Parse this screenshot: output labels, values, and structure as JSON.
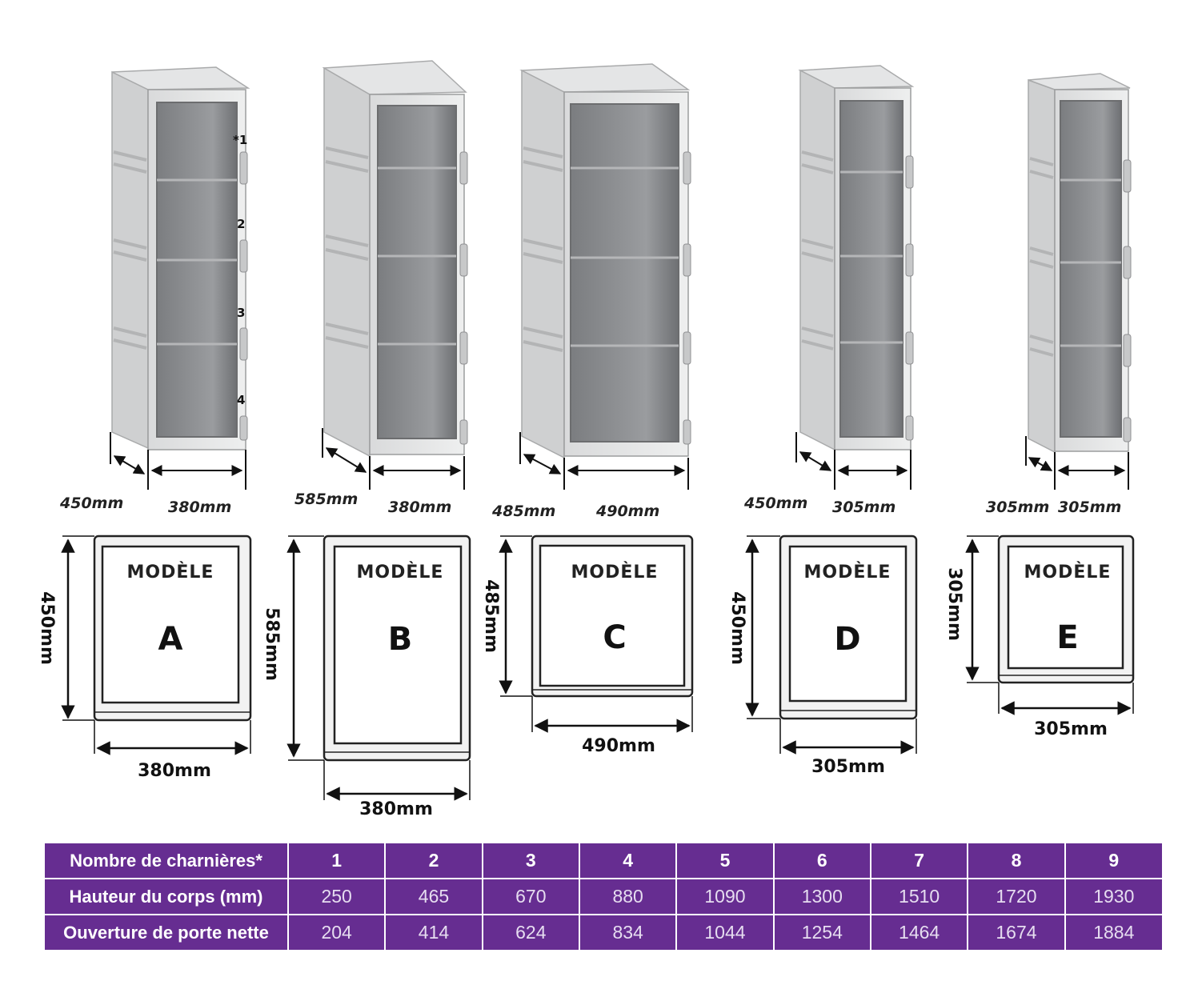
{
  "hinge_markers": [
    "*1",
    "2",
    "3",
    "4"
  ],
  "lockers": [
    {
      "model_label": "MODÈLE",
      "model_letter": "A",
      "depth": "450mm",
      "width": "380mm",
      "front_height": "450mm",
      "front_width": "380mm"
    },
    {
      "model_label": "MODÈLE",
      "model_letter": "B",
      "depth": "585mm",
      "width": "380mm",
      "front_height": "585mm",
      "front_width": "380mm"
    },
    {
      "model_label": "MODÈLE",
      "model_letter": "C",
      "depth": "485mm",
      "width": "490mm",
      "front_height": "485mm",
      "front_width": "490mm"
    },
    {
      "model_label": "MODÈLE",
      "model_letter": "D",
      "depth": "450mm",
      "width": "305mm",
      "front_height": "450mm",
      "front_width": "305mm"
    },
    {
      "model_label": "MODÈLE",
      "model_letter": "E",
      "depth": "305mm",
      "width": "305mm",
      "front_height": "305mm",
      "front_width": "305mm"
    }
  ],
  "table": {
    "rows": [
      {
        "label": "Nombre de charnières*",
        "values": [
          "1",
          "2",
          "3",
          "4",
          "5",
          "6",
          "7",
          "8",
          "9"
        ]
      },
      {
        "label": "Hauteur du corps (mm)",
        "values": [
          "250",
          "465",
          "670",
          "880",
          "1090",
          "1300",
          "1510",
          "1720",
          "1930"
        ]
      },
      {
        "label": "Ouverture de porte nette",
        "values": [
          "204",
          "414",
          "624",
          "834",
          "1044",
          "1254",
          "1464",
          "1674",
          "1884"
        ]
      }
    ]
  }
}
